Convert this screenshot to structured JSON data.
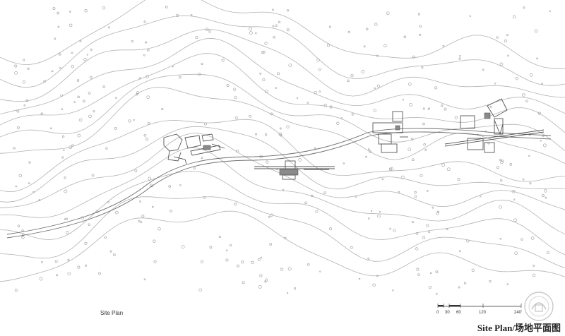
{
  "drawing": {
    "label": "Site Plan",
    "caption": "Site Plan/场地平面图"
  },
  "scale_bar": {
    "ticks": [
      "0",
      "30",
      "60",
      "120",
      "240'"
    ]
  },
  "watermark": {
    "icon": "logo-watermark-icon"
  },
  "colors": {
    "contour": "#b3b3b3",
    "road": "#6e6e6e",
    "building": "#555555"
  }
}
